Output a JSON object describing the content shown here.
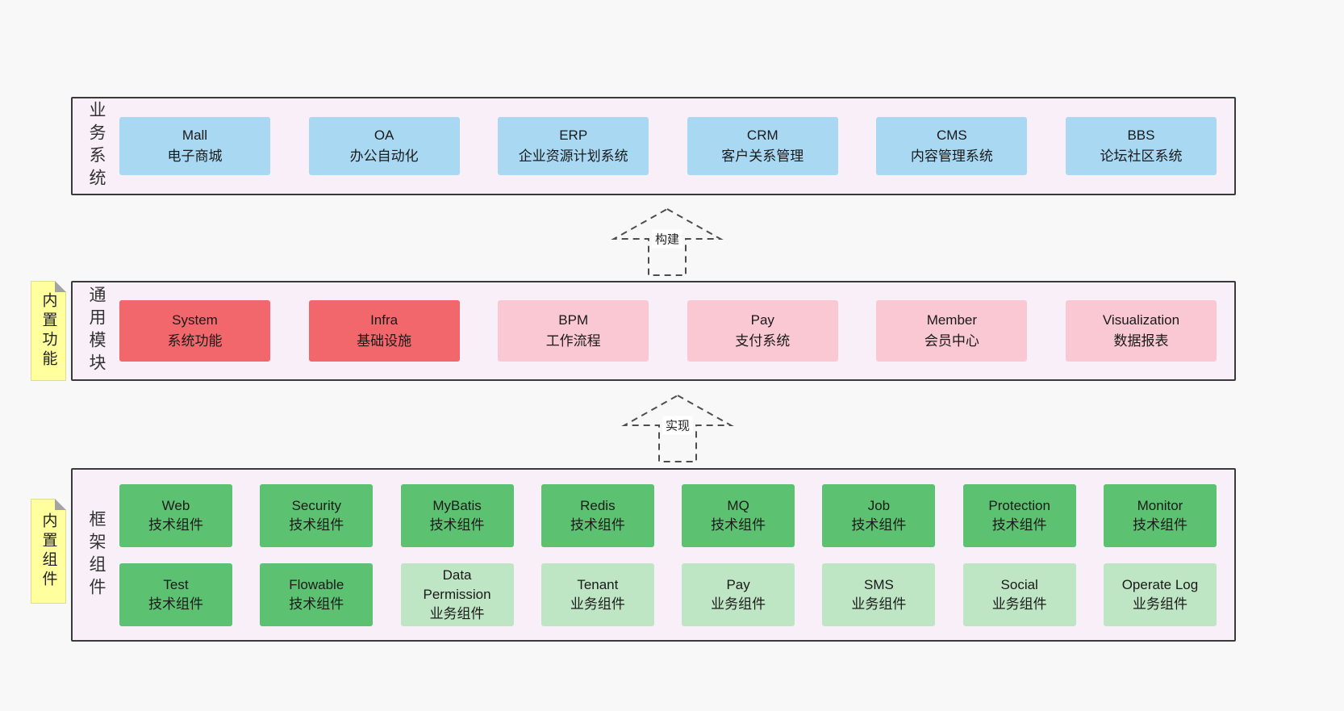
{
  "colors": {
    "page_bg": "#f8f8f8",
    "panel_bg": "#f9eff8",
    "panel_border": "#3a3a3a",
    "blue": "#a9d8f3",
    "red": "#f1676b",
    "pink": "#f9c8d2",
    "green_dark": "#5dc172",
    "green_light": "#bfe6c4",
    "yellow": "#ffff9e",
    "arrow_stroke": "#4d4d4d"
  },
  "sections": [
    {
      "id": "business",
      "side_label": "业务系统",
      "rows": [
        [
          {
            "title": "Mall",
            "subtitle": "电子商城",
            "variant": "blue"
          },
          {
            "title": "OA",
            "subtitle": "办公自动化",
            "variant": "blue"
          },
          {
            "title": "ERP",
            "subtitle": "企业资源计划系统",
            "variant": "blue"
          },
          {
            "title": "CRM",
            "subtitle": "客户关系管理",
            "variant": "blue"
          },
          {
            "title": "CMS",
            "subtitle": "内容管理系统",
            "variant": "blue"
          },
          {
            "title": "BBS",
            "subtitle": "论坛社区系统",
            "variant": "blue"
          }
        ]
      ]
    },
    {
      "id": "modules",
      "side_label": "通用模块",
      "tab_label": "内置功能",
      "rows": [
        [
          {
            "title": "System",
            "subtitle": "系统功能",
            "variant": "red"
          },
          {
            "title": "Infra",
            "subtitle": "基础设施",
            "variant": "red"
          },
          {
            "title": "BPM",
            "subtitle": "工作流程",
            "variant": "pink"
          },
          {
            "title": "Pay",
            "subtitle": "支付系统",
            "variant": "pink"
          },
          {
            "title": "Member",
            "subtitle": "会员中心",
            "variant": "pink"
          },
          {
            "title": "Visualization",
            "subtitle": "数据报表",
            "variant": "pink"
          }
        ]
      ]
    },
    {
      "id": "components",
      "side_label": "框架组件",
      "tab_label": "内置组件",
      "rows": [
        [
          {
            "title": "Web",
            "subtitle": "技术组件",
            "variant": "green-dark"
          },
          {
            "title": "Security",
            "subtitle": "技术组件",
            "variant": "green-dark"
          },
          {
            "title": "MyBatis",
            "subtitle": "技术组件",
            "variant": "green-dark"
          },
          {
            "title": "Redis",
            "subtitle": "技术组件",
            "variant": "green-dark"
          },
          {
            "title": "MQ",
            "subtitle": "技术组件",
            "variant": "green-dark"
          },
          {
            "title": "Job",
            "subtitle": "技术组件",
            "variant": "green-dark"
          },
          {
            "title": "Protection",
            "subtitle": "技术组件",
            "variant": "green-dark"
          },
          {
            "title": "Monitor",
            "subtitle": "技术组件",
            "variant": "green-dark"
          }
        ],
        [
          {
            "title": "Test",
            "subtitle": "技术组件",
            "variant": "green-dark"
          },
          {
            "title": "Flowable",
            "subtitle": "技术组件",
            "variant": "green-dark"
          },
          {
            "title": "Data Permission",
            "subtitle": "业务组件",
            "variant": "green-light"
          },
          {
            "title": "Tenant",
            "subtitle": "业务组件",
            "variant": "green-light"
          },
          {
            "title": "Pay",
            "subtitle": "业务组件",
            "variant": "green-light"
          },
          {
            "title": "SMS",
            "subtitle": "业务组件",
            "variant": "green-light"
          },
          {
            "title": "Social",
            "subtitle": "业务组件",
            "variant": "green-light"
          },
          {
            "title": "Operate Log",
            "subtitle": "业务组件",
            "variant": "green-light"
          }
        ]
      ]
    }
  ],
  "arrows": [
    {
      "label": "构建"
    },
    {
      "label": "实现"
    }
  ]
}
